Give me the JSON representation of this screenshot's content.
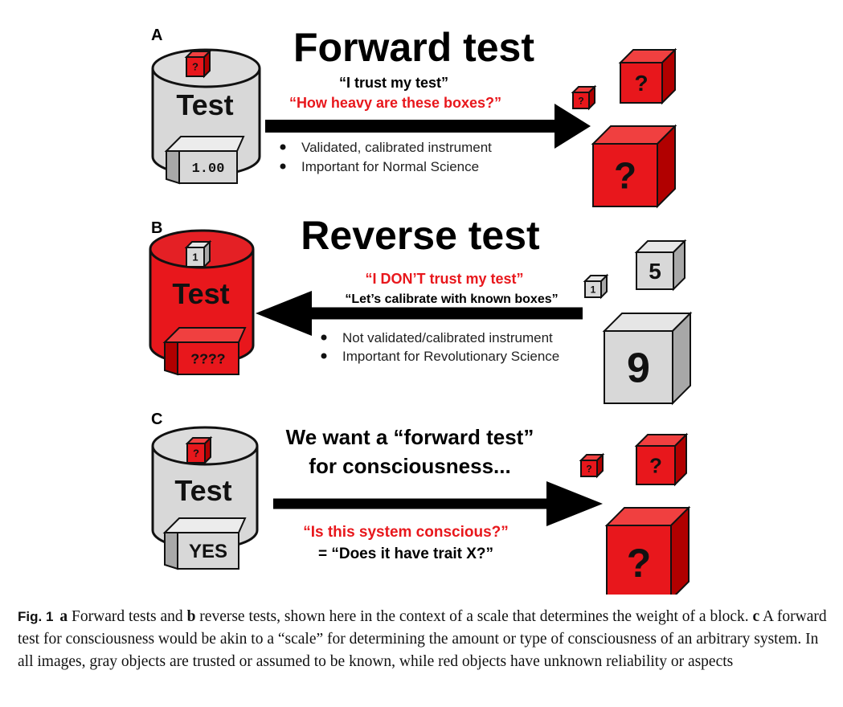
{
  "colors": {
    "unknown_red": "#e8171c",
    "unknown_red_dark": "#b10000",
    "known_gray": "#d8d8d8",
    "known_gray_dark": "#a8a8a8"
  },
  "panel_a": {
    "label": "A",
    "title": "Forward test",
    "cylinder_label": "Test",
    "top_cube_label": "?",
    "readout": "1.00",
    "quote_black": "“I trust my test”",
    "quote_red": "“How heavy are these boxes?”",
    "bullets": [
      "Validated, calibrated instrument",
      "Important for Normal Science"
    ],
    "cube_labels": [
      "?",
      "?",
      "?"
    ]
  },
  "panel_b": {
    "label": "B",
    "title": "Reverse test",
    "cylinder_label": "Test",
    "top_cube_label": "1",
    "readout": "????",
    "quote_red": "“I DON’T trust my test”",
    "quote_black": "“Let’s calibrate with known boxes”",
    "bullets": [
      "Not validated/calibrated instrument",
      "Important for Revolutionary Science"
    ],
    "cube_labels": [
      "1",
      "5",
      "9"
    ]
  },
  "panel_c": {
    "label": "C",
    "title_line1": "We want a “forward test”",
    "title_line2": "for consciousness...",
    "cylinder_label": "Test",
    "top_cube_label": "?",
    "readout": "YES",
    "quote_red": "“Is this system conscious?”",
    "quote_black": "= “Does it have trait X?”",
    "cube_labels": [
      "?",
      "?",
      "?"
    ]
  },
  "caption": {
    "fig_label": "Fig. 1",
    "a": "a",
    "a_text": " Forward tests and ",
    "b": "b",
    "b_text": " reverse tests, shown here in the context of a scale that determines the weight of a block. ",
    "c": "c",
    "c_text": " A forward test for consciousness would be akin to a “scale” for determining the amount or type of consciousness of an arbitrary system. In all images, gray objects are trusted or assumed to be known, while red objects have unknown reliability or aspects"
  }
}
